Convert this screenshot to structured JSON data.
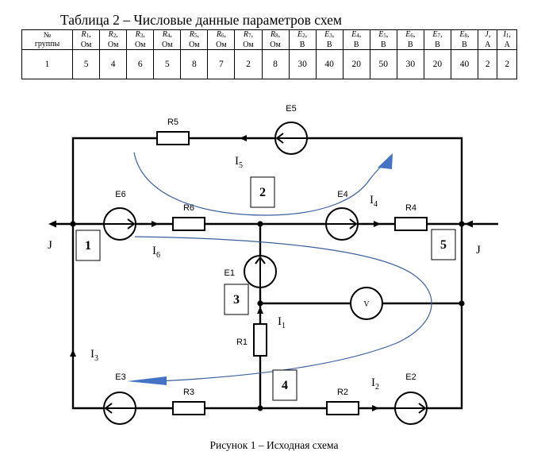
{
  "table": {
    "title": "Таблица 2 – Числовые данные параметров схем",
    "first_header": [
      "№",
      "группы"
    ],
    "columns": [
      {
        "sym": "R",
        "sub": "1",
        "unit": "Ом"
      },
      {
        "sym": "R",
        "sub": "2",
        "unit": "Ом"
      },
      {
        "sym": "R",
        "sub": "3",
        "unit": "Ом"
      },
      {
        "sym": "R",
        "sub": "4",
        "unit": "Ом"
      },
      {
        "sym": "R",
        "sub": "5",
        "unit": "Ом"
      },
      {
        "sym": "R",
        "sub": "6",
        "unit": "Ом"
      },
      {
        "sym": "R",
        "sub": "7",
        "unit": "Ом"
      },
      {
        "sym": "R",
        "sub": "8",
        "unit": "Ом"
      },
      {
        "sym": "E",
        "sub": "2",
        "unit": "В"
      },
      {
        "sym": "E",
        "sub": "3",
        "unit": "В"
      },
      {
        "sym": "E",
        "sub": "4",
        "unit": "В"
      },
      {
        "sym": "E",
        "sub": "5",
        "unit": "В"
      },
      {
        "sym": "E",
        "sub": "6",
        "unit": "В"
      },
      {
        "sym": "E",
        "sub": "7",
        "unit": "В"
      },
      {
        "sym": "E",
        "sub": "8",
        "unit": "В"
      },
      {
        "sym": "J",
        "sub": "",
        "unit": "А"
      },
      {
        "sym": "I",
        "sub": "1",
        "unit": "А"
      }
    ],
    "row": {
      "group": "1",
      "values": [
        "5",
        "4",
        "6",
        "5",
        "8",
        "7",
        "2",
        "8",
        "30",
        "40",
        "20",
        "50",
        "30",
        "20",
        "40",
        "2",
        "2"
      ]
    }
  },
  "schema": {
    "resistors": {
      "R1": "R1",
      "R2": "R2",
      "R3": "R3",
      "R4": "R4",
      "R5": "R5",
      "R6": "R6"
    },
    "sources": {
      "E1": "E1",
      "E2": "E2",
      "E3": "E3",
      "E4": "E4",
      "E5": "E5",
      "E6": "E6"
    },
    "currents": {
      "I1": [
        "I",
        "1"
      ],
      "I2": [
        "I",
        "2"
      ],
      "I3": [
        "I",
        "3"
      ],
      "I4": [
        "I",
        "4"
      ],
      "I5": [
        "I",
        "5"
      ],
      "I6": [
        "I",
        "6"
      ]
    },
    "current_source_left": "J",
    "current_source_right": "J",
    "voltmeter": "V",
    "nodes": [
      "1",
      "2",
      "3",
      "4",
      "5"
    ],
    "colors": {
      "wire": "#000000",
      "loop_curve": "#3a5f9e",
      "arrow_fill": "#4472c4"
    }
  },
  "caption": "Рисунок 1 – Исходная схема"
}
